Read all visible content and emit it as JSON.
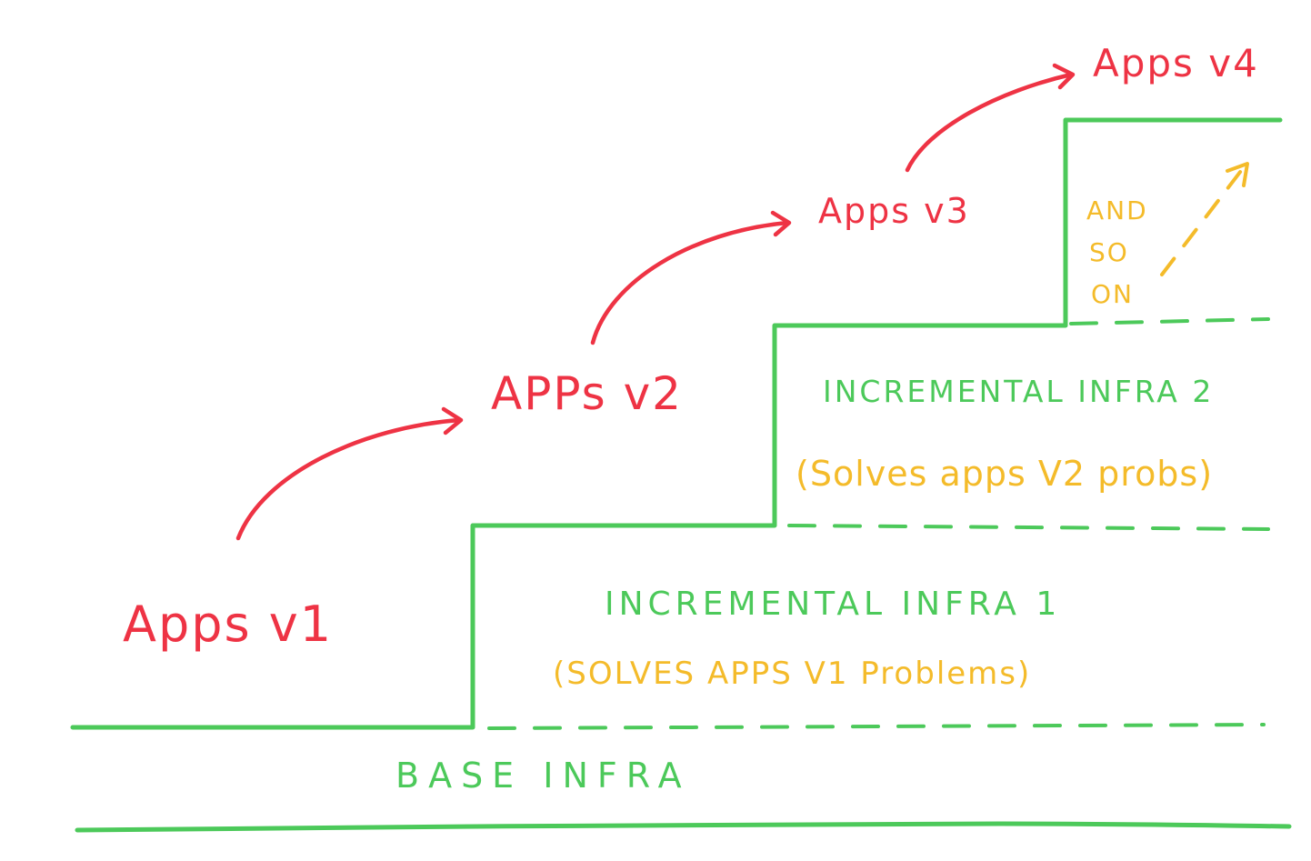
{
  "colors": {
    "apps": "#ee3344",
    "infra": "#4cc95a",
    "annotation": "#f4bb2a"
  },
  "apps": {
    "v1": "Apps v1",
    "v2": "APPs v2",
    "v3": "Apps v3",
    "v4": "Apps v4"
  },
  "infra": {
    "base": "BASE INFRA",
    "incremental_1": "INCREMENTAL INFRA 1",
    "incremental_2": "INCREMENTAL INFRA 2"
  },
  "notes": {
    "incremental_1": "(SOLVES APPS V1 Problems)",
    "incremental_2": "(Solves apps V2 probs)",
    "and_so_on_line1": "AND",
    "and_so_on_line2": "SO",
    "and_so_on_line3": "ON"
  }
}
